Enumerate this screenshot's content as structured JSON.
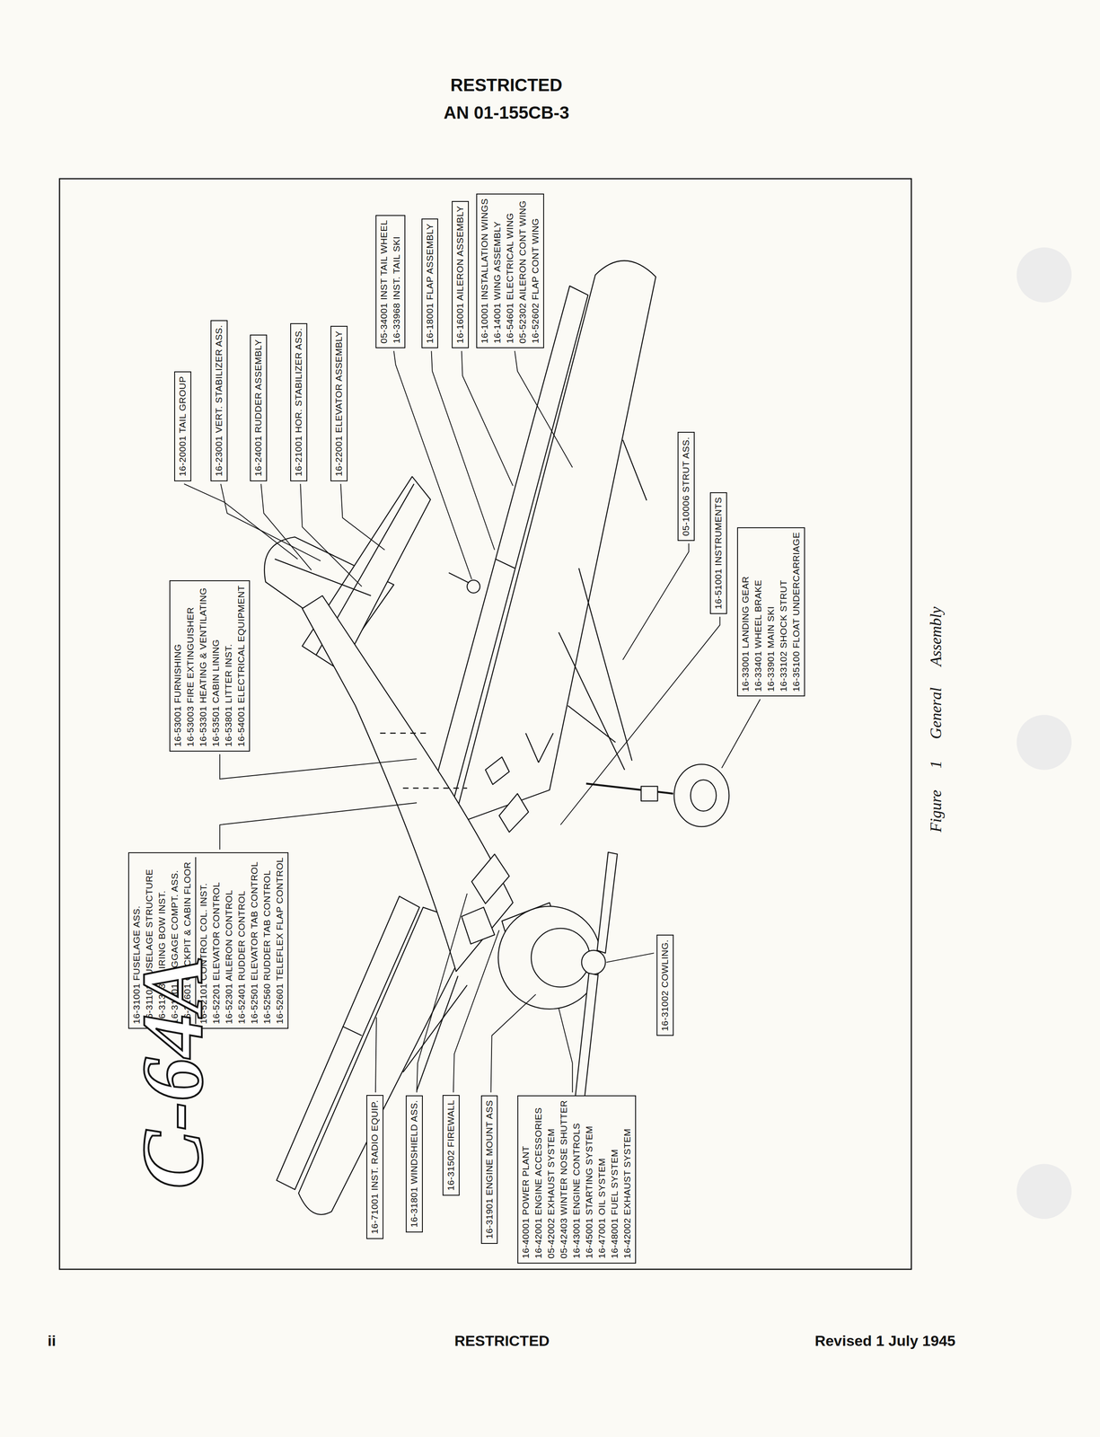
{
  "diagram": {
    "caption": "Figure 1 General Assembly",
    "nodes": [
      {
        "text": [
          "16-20001 TAIL GROUP"
        ]
      },
      {
        "text": [
          "16-23001 VERT. STABILIZER ASS."
        ]
      },
      {
        "text": [
          "16-24001 RUDDER ASSEMBLY"
        ]
      },
      {
        "text": [
          "16-21001 HOR. STABILIZER ASS."
        ]
      },
      {
        "text": [
          "16-22001 ELEVATOR ASSEMBLY"
        ]
      },
      {
        "text": [
          "05-34001 INST TAIL WHEEL",
          "16-33968 INST. TAIL SKI"
        ]
      },
      {
        "text": [
          "16-18001 FLAP ASSEMBLY"
        ]
      },
      {
        "text": [
          "16-16001 AILERON ASSEMBLY"
        ]
      },
      {
        "text": [
          "16-10001 INSTALLATION WINGS",
          "16-14001 WING ASSEMBLY",
          "16-54601 ELECTRICAL WING",
          "05-52302 AILERON CONT WING",
          "16-52602 FLAP CONT WING"
        ]
      },
      {
        "text": [
          "05-10006 STRUT ASS."
        ]
      },
      {
        "text": [
          "16-51001 INSTRUMENTS"
        ]
      },
      {
        "text": [
          "16-33001 LANDING GEAR",
          "16-33401 WHEEL BRAKE",
          "16-33901 MAIN SKI",
          "16-33102 SHOCK STRUT",
          "16-35100 FLOAT UNDERCARRIAGE"
        ]
      },
      {
        "text": [
          "16-53001 FURNISHING",
          "16-53003 FIRE EXTINGUISHER",
          "16-53301 HEATING & VENTILATING",
          "16-53501 CABIN LINING",
          "16-53801 LITTER INST.",
          "16-54001 ELECTRICAL EQUIPMENT"
        ]
      },
      {
        "text": [
          "16-31001 FUSELAGE ASS.",
          "16-31101 FUSELAGE STRUCTURE",
          "16-31303 FAIRING BOW INST.",
          "16-31401 BAGGAGE COMPT. ASS.",
          "16-31601 COCKPIT & CABIN FLOOR",
          "16-52101 CONTROL COL. INST.",
          "16-52201 ELEVATOR CONTROL",
          "16-52301 AILERON CONTROL",
          "16-52401 RUDDER CONTROL",
          "16-52501 ELEVATOR TAB CONTROL",
          "16-52560 RUDDER TAB CONTROL",
          "16-52601 TELEFLEX FLAP CONTROL"
        ]
      },
      {
        "text": [
          "16-71001 INST. RADIO EQUIP."
        ]
      },
      {
        "text": [
          "16-31801 WINDSHIELD ASS."
        ]
      },
      {
        "text": [
          "16-31502 FIREWALL"
        ]
      },
      {
        "text": [
          "16-31901 ENGINE MOUNT ASS"
        ]
      },
      {
        "text": [
          "16-40001 POWER PLANT",
          "16-42001 ENGINE ACCESSORIES",
          "05-42002 EXHAUST SYSTEM",
          "05-42403 WINTER NOSE SHUTTER",
          "16-43001 ENGINE CONTROLS",
          "16-45001 STARTING SYSTEM",
          "16-47001 OIL SYSTEM",
          "16-48001 FUEL SYSTEM",
          "16-42002 EXHAUST SYSTEM"
        ]
      },
      {
        "text": [
          "16-31002 COWLING."
        ]
      }
    ],
    "labels": [
      "RESTRICTED",
      "AN 01-155CB-3",
      "C-64A",
      "ii",
      "RESTRICTED",
      "Revised 1 July 1945"
    ]
  }
}
